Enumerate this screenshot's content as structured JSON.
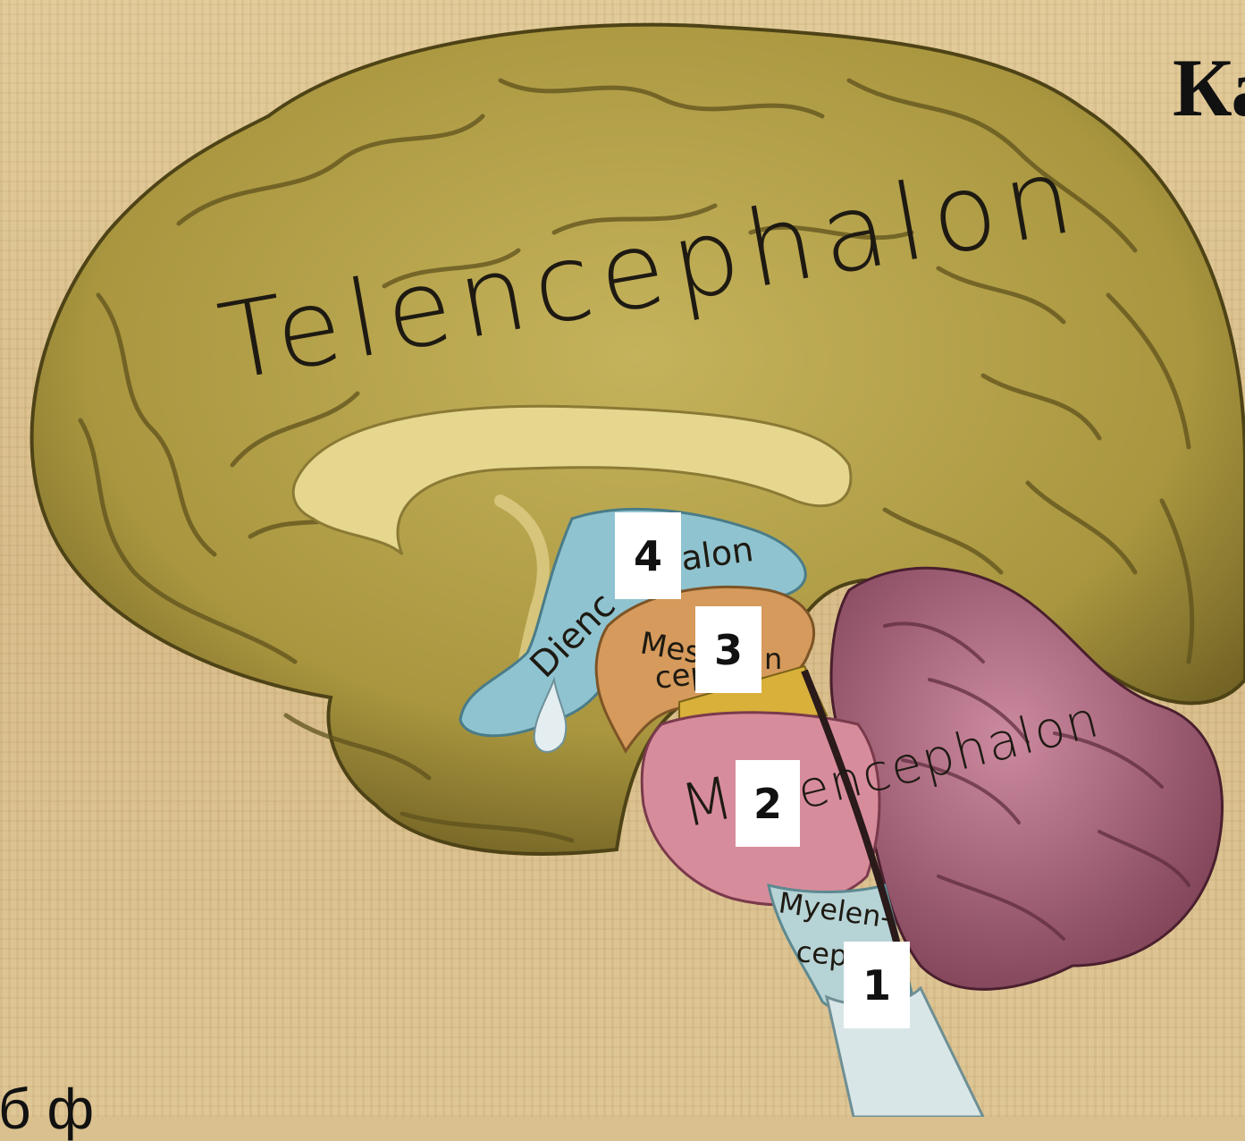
{
  "title": "Ка",
  "bottom_text": "б                ф",
  "region_labels": {
    "telencephalon": "Telencephalon",
    "diencephalon_left": "Dienc",
    "diencephalon_right": "alon",
    "mesencephalon_top": "Mes",
    "mesencephalon_bottom": "cep",
    "mesencephalon_end": "n",
    "metencephalon_left": "M",
    "metencephalon_right": "encephalon",
    "myelencephalon_top": "Myelen-",
    "myelencephalon_bottom": "cep"
  },
  "markers": [
    {
      "number": "1",
      "region": "myelencephalon"
    },
    {
      "number": "2",
      "region": "metencephalon"
    },
    {
      "number": "3",
      "region": "mesencephalon"
    },
    {
      "number": "4",
      "region": "diencephalon"
    }
  ],
  "colors": {
    "cerebrum": "#b9a64e",
    "cerebrum_light": "#e5d58a",
    "diencephalon": "#8fc3cf",
    "mesencephalon": "#d59a5c",
    "isthmus": "#d8b03a",
    "pons": "#d78c9c",
    "cerebellum": "#b96f86",
    "myelencephalon": "#b6d3d6",
    "spinal_cord": "#d9e6e8"
  }
}
